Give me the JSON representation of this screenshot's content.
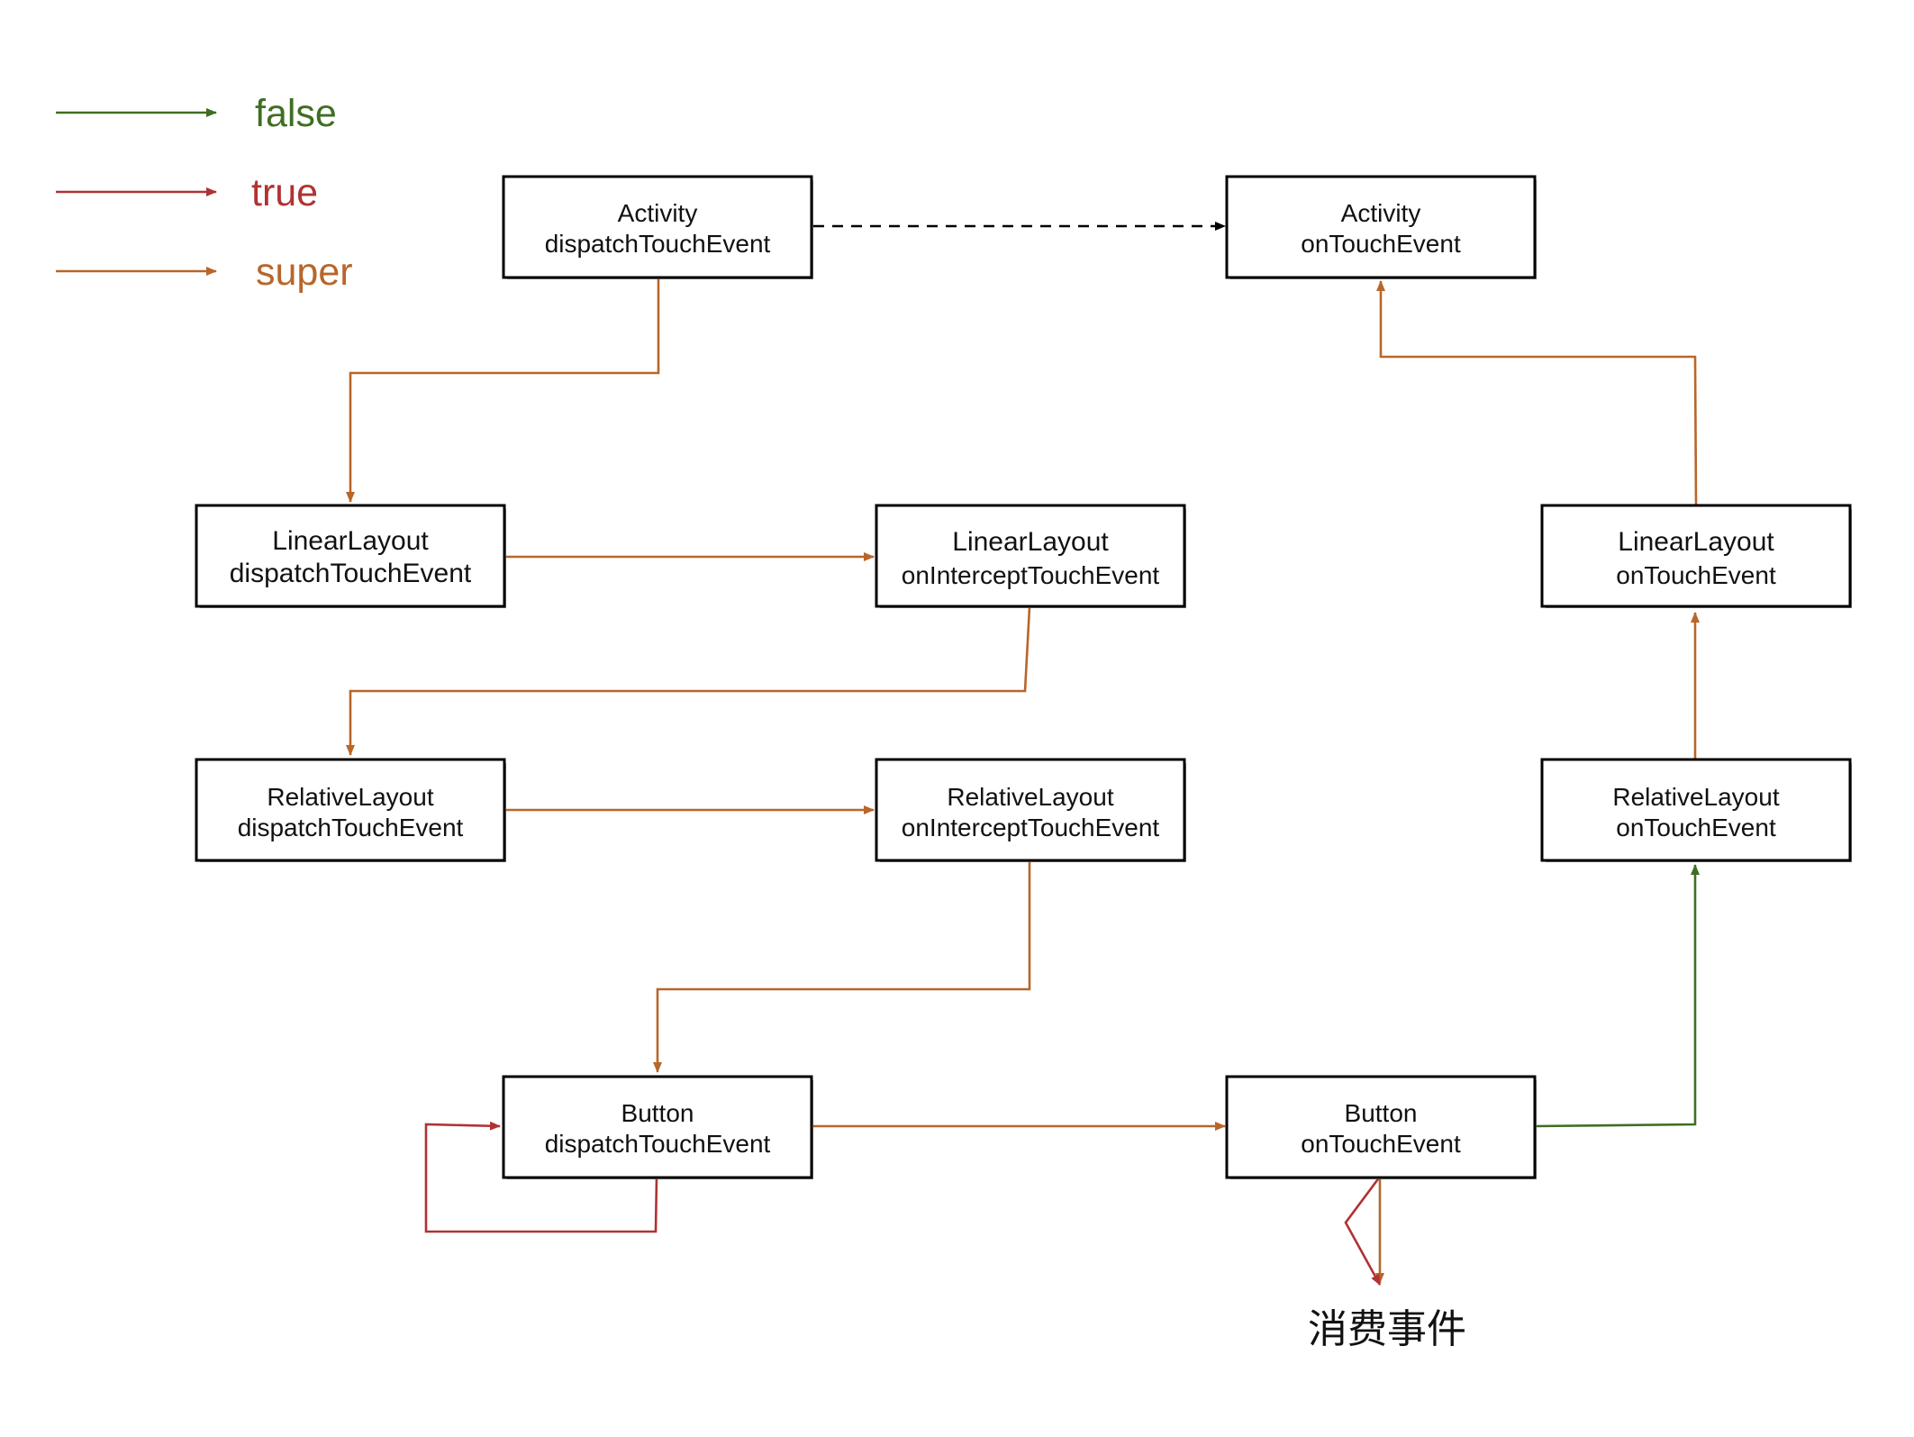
{
  "legend": [
    {
      "label": "false",
      "color": "#3f6e22"
    },
    {
      "label": "true",
      "color": "#b03232"
    },
    {
      "label": "super",
      "color": "#b8662a"
    }
  ],
  "nodes": {
    "activity_dispatch": {
      "line1": "Activity",
      "line2": "dispatchTouchEvent"
    },
    "activity_ontouch": {
      "line1": "Activity",
      "line2": "onTouchEvent"
    },
    "linear_dispatch": {
      "line1": "LinearLayout",
      "line2": "dispatchTouchEvent"
    },
    "linear_intercept": {
      "line1": "LinearLayout",
      "line2": "onInterceptTouchEvent"
    },
    "linear_ontouch": {
      "line1": "LinearLayout",
      "line2": "onTouchEvent"
    },
    "relative_dispatch": {
      "line1": "RelativeLayout",
      "line2": "dispatchTouchEvent"
    },
    "relative_intercept": {
      "line1": "RelativeLayout",
      "line2": "onInterceptTouchEvent"
    },
    "relative_ontouch": {
      "line1": "RelativeLayout",
      "line2": "onTouchEvent"
    },
    "button_dispatch": {
      "line1": "Button",
      "line2": "dispatchTouchEvent"
    },
    "button_ontouch": {
      "line1": "Button",
      "line2": "onTouchEvent"
    }
  },
  "consume_label": "消费事件",
  "colors": {
    "false": "#3f6e22",
    "true": "#b03232",
    "super": "#b8662a",
    "default": "#000000"
  }
}
